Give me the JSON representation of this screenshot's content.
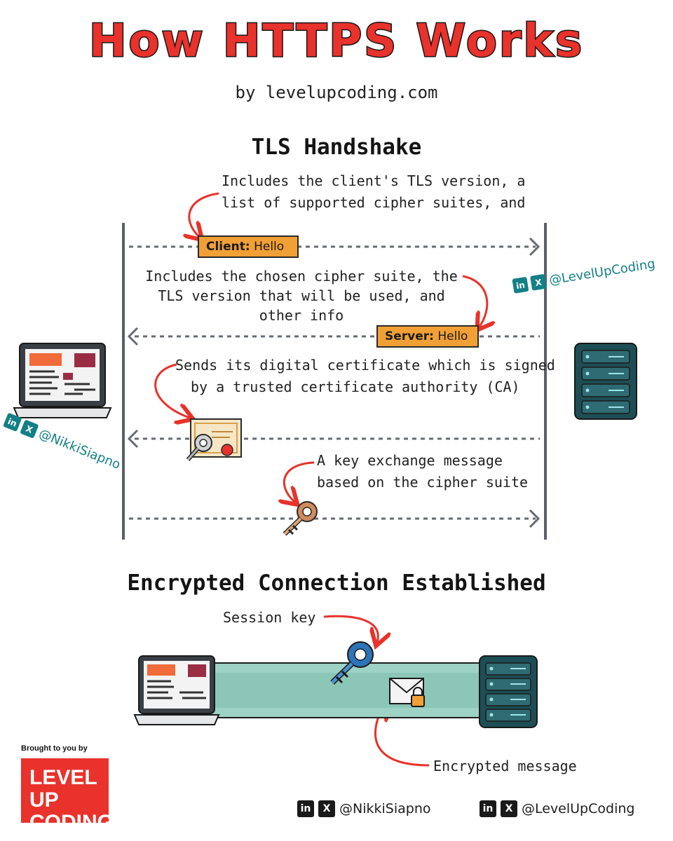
{
  "title": "How HTTPS Works",
  "byline": "by levelupcoding.com",
  "handshake": {
    "heading": "TLS Handshake",
    "client_hello_note": [
      "Includes the client's TLS version, a",
      "list of supported cipher suites, and"
    ],
    "client_hello": {
      "role": "Client:",
      "text": "Hello"
    },
    "server_hello_note": [
      "Includes the chosen cipher suite, the",
      "TLS version that will be used, and",
      "other info"
    ],
    "server_hello": {
      "role": "Server:",
      "text": "Hello"
    },
    "certificate_note": [
      "Sends its digital certificate which is signed",
      "by a trusted certificate authority (CA)"
    ],
    "key_exchange_note": [
      "A key exchange message",
      "based on the cipher suite"
    ]
  },
  "established": {
    "heading": "Encrypted Connection Established",
    "session_key_label": "Session key",
    "encrypted_message_label": "Encrypted message"
  },
  "tags": {
    "server_side": "@LevelUpCoding",
    "client_side": "@NikkiSiapno"
  },
  "footer": {
    "brought": "Brought to you by",
    "badge_line1": "LEVEL UP",
    "badge_line2": "CODING",
    "handle1": "@NikkiSiapno",
    "handle2": "@LevelUpCoding"
  },
  "colors": {
    "accent_red": "#e8322b",
    "message_orange": "#f1a036",
    "teal": "#137f86",
    "tunnel": "#9ed2c4"
  },
  "icons": [
    "laptop-icon",
    "server-icon",
    "certificate-icon",
    "key-icon",
    "envelope-lock-icon",
    "linkedin-icon",
    "x-icon"
  ]
}
